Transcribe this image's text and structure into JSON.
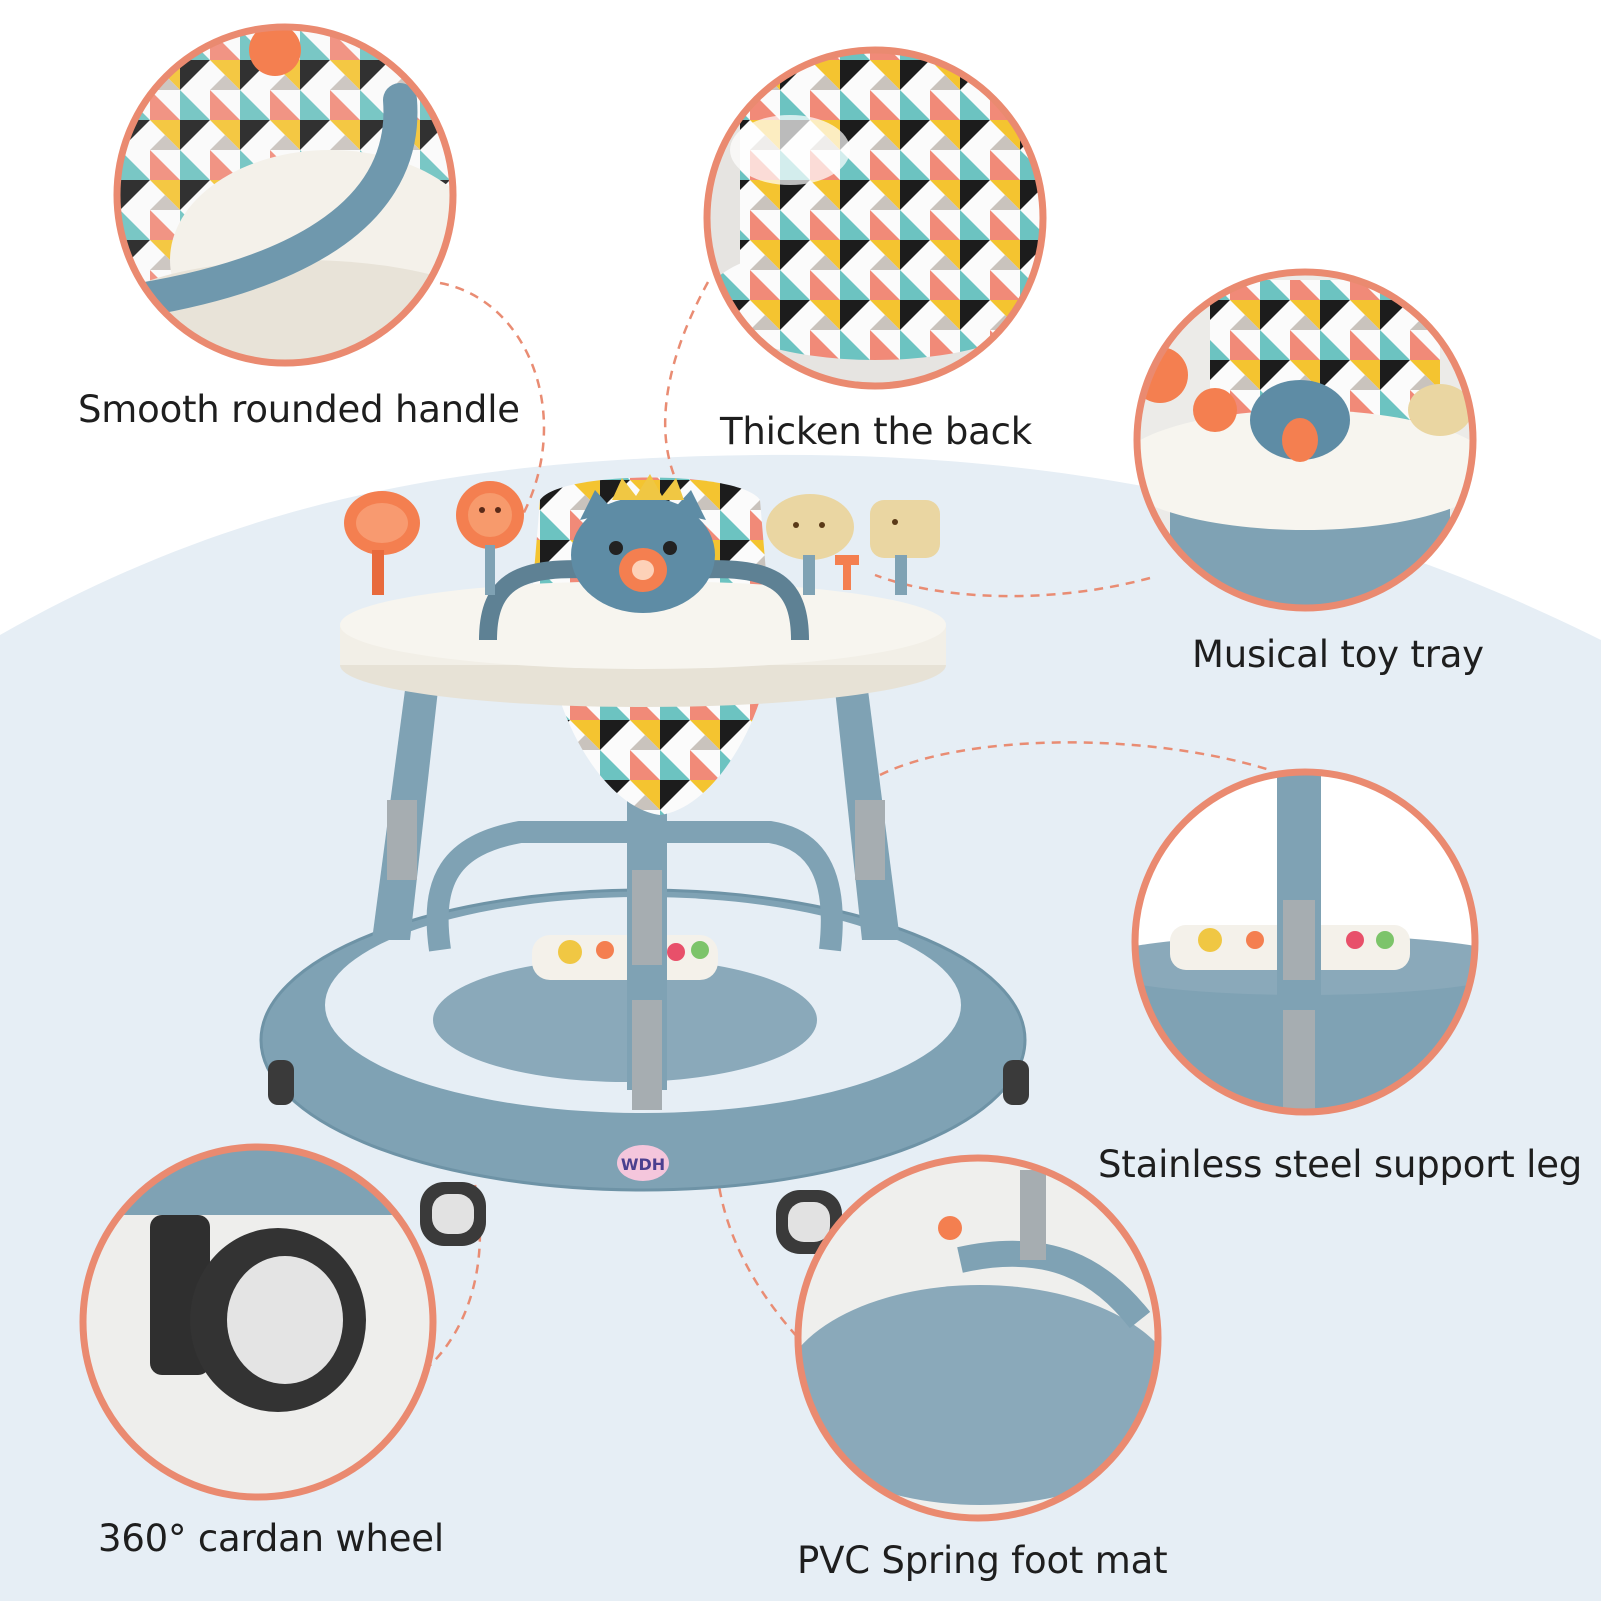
{
  "features": [
    {
      "id": "handle",
      "label": "Smooth rounded handle"
    },
    {
      "id": "back",
      "label": "Thicken the back"
    },
    {
      "id": "tray",
      "label": "Musical toy tray"
    },
    {
      "id": "leg",
      "label": "Stainless steel support leg"
    },
    {
      "id": "wheel",
      "label": "360° cardan wheel"
    },
    {
      "id": "mat",
      "label": "PVC Spring foot mat"
    }
  ],
  "product": {
    "logo_text": "WDH"
  },
  "colors": {
    "accent_ring": "#ea8a70",
    "background_blob": "#e6eef5",
    "walker_blue": "#7fa2b4",
    "tray_white": "#f2efe7",
    "toy_orange": "#f47f50",
    "toy_beige": "#ead6a2",
    "label_text": "#1e1e1e"
  }
}
